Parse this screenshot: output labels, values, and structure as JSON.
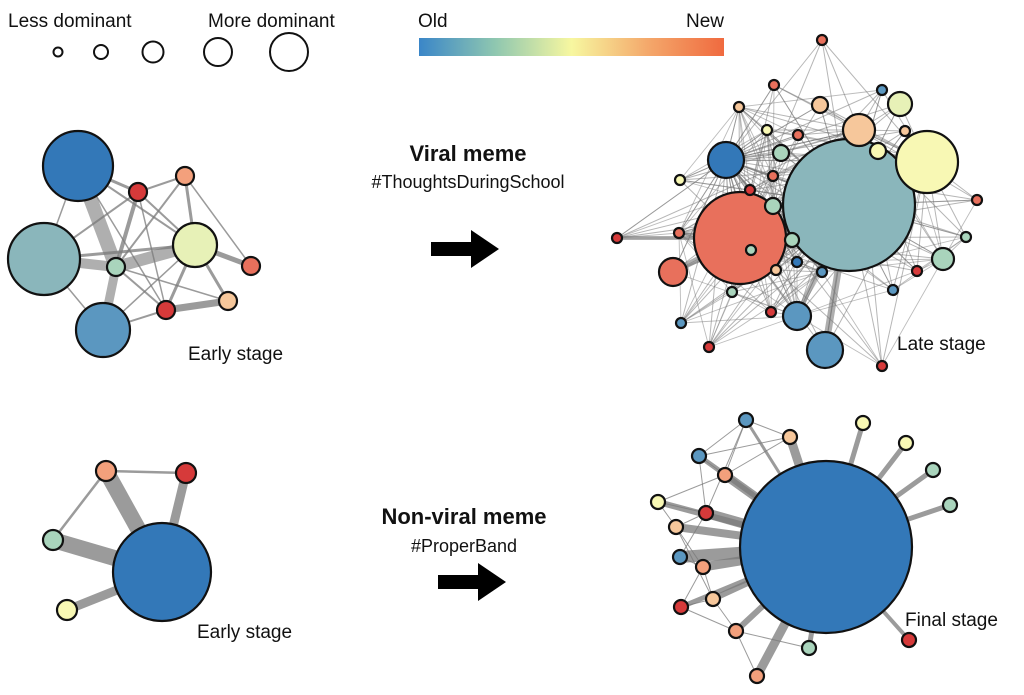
{
  "legend": {
    "less_label": "Less dominant",
    "more_label": "More dominant",
    "size_steps": 5,
    "old_label": "Old",
    "new_label": "New",
    "gradient_colors": [
      "#3a86c8",
      "#8fc7b0",
      "#f7f7a0",
      "#f4a86b",
      "#f06a3f"
    ]
  },
  "viral": {
    "title": "Viral meme",
    "hashtag": "#ThoughtsDuringSchool",
    "early_label": "Early stage",
    "late_label": "Late stage"
  },
  "nonviral": {
    "title": "Non-viral meme",
    "hashtag": "#ProperBand",
    "early_label": "Early stage",
    "final_label": "Final stage"
  },
  "colors": {
    "blue": "#3378b8",
    "steel": "#5b97c0",
    "teal": "#8ab6bb",
    "mint": "#a9d4bc",
    "pale_yellow": "#e7f1b7",
    "yellow": "#f8f8b4",
    "peach": "#f6c79b",
    "salmon": "#f3a07c",
    "orange_red": "#e8705c",
    "red": "#d63a3a",
    "arrow": "#000000"
  }
}
